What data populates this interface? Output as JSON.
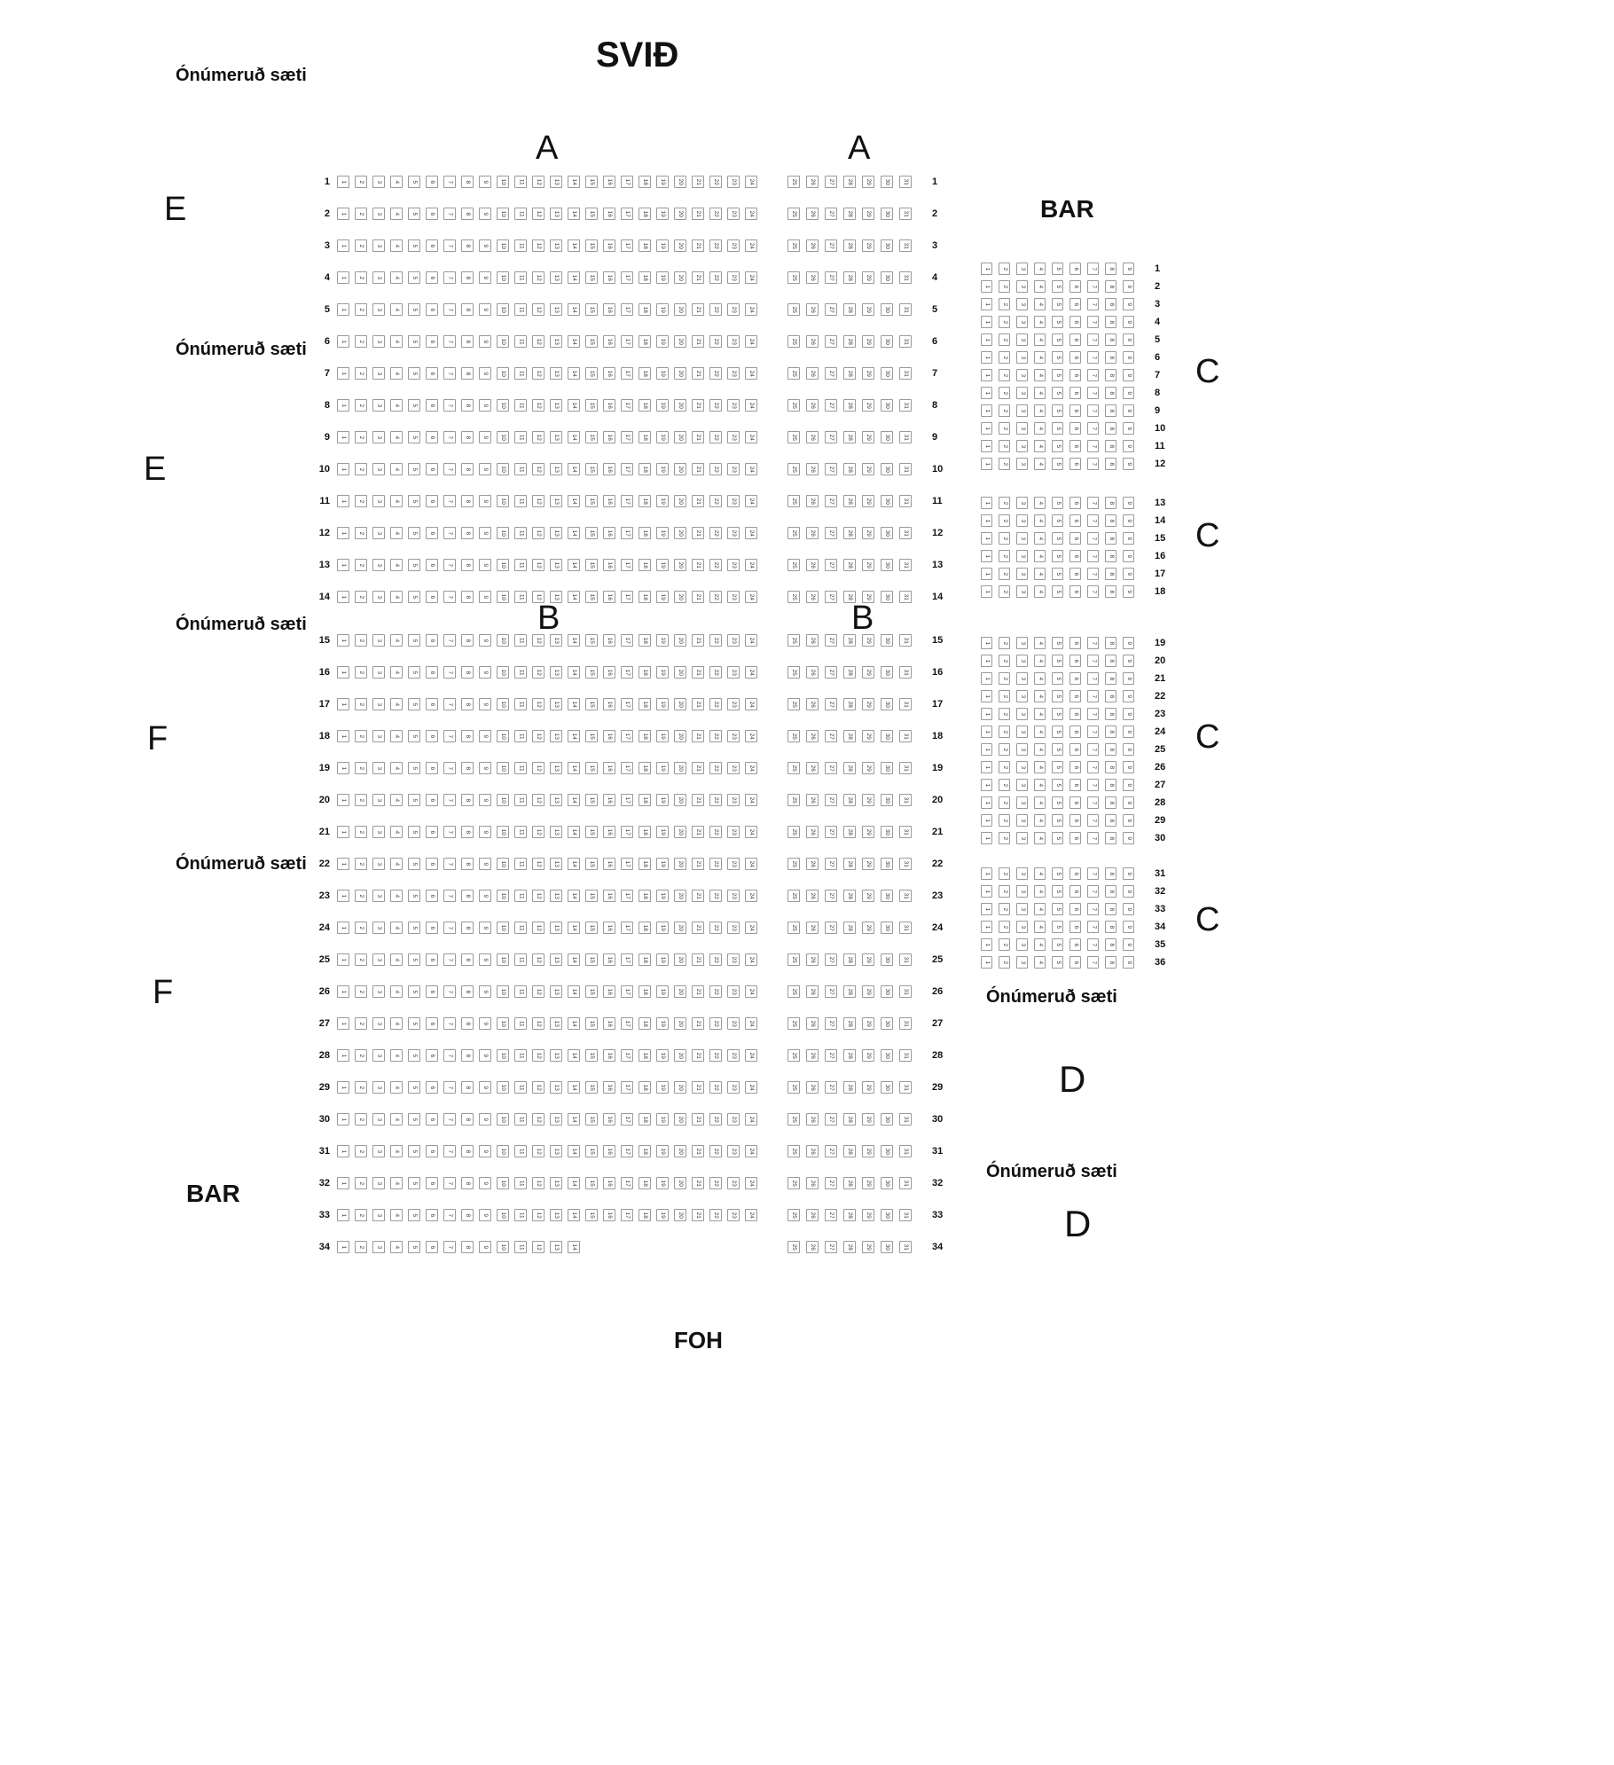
{
  "title": "SVIÐ",
  "labels": {
    "unnumbered": "Ónúmeruð sæti",
    "bar": "BAR",
    "foh": "FOH"
  },
  "sections": {
    "a": "A",
    "b": "B",
    "c": "C",
    "d": "D",
    "e": "E",
    "f": "F"
  },
  "colors": {
    "seat_border": "#9a9a9a",
    "seat_fill": "#ffffff",
    "seat_number": "#3a3a3a",
    "text": "#111111"
  },
  "blocks": {
    "main_left": {
      "section_labels": [
        "A",
        "B"
      ],
      "row_from": 1,
      "row_to": 34,
      "seat_from": 1,
      "seat_to": 24,
      "last_row_seat_to": 14,
      "row_number_side": "left",
      "section_split_after_row": 14
    },
    "main_right": {
      "section_labels": [
        "A",
        "B"
      ],
      "row_from": 1,
      "row_to": 34,
      "seat_from": 25,
      "seat_to": 31,
      "row_number_side": "right",
      "section_split_after_row": 14
    },
    "side_right": {
      "section_label": "C",
      "seat_from": 1,
      "seat_to": 9,
      "row_number_side": "right",
      "clusters": [
        {
          "row_from": 1,
          "row_to": 12
        },
        {
          "row_from": 13,
          "row_to": 18
        },
        {
          "row_from": 19,
          "row_to": 30
        },
        {
          "row_from": 31,
          "row_to": 36
        }
      ]
    }
  }
}
